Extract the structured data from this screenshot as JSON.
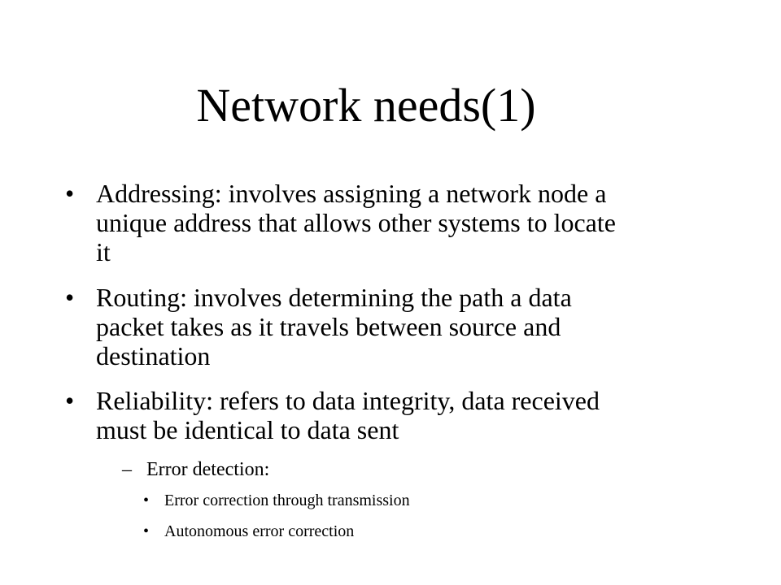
{
  "slide": {
    "title": "Network needs(1)",
    "bullets": [
      {
        "marker": "•",
        "lines": [
          "Addressing: involves assigning a network node a",
          "unique address that allows other systems to locate",
          "it"
        ]
      },
      {
        "marker": "•",
        "lines": [
          "Routing: involves determining the path a data",
          "packet takes as it travels between source and",
          "destination"
        ]
      },
      {
        "marker": "•",
        "lines": [
          "Reliability: refers to data integrity, data received",
          "must be identical to data sent"
        ]
      }
    ],
    "sub_bullet": {
      "marker": "–",
      "text": "Error detection:"
    },
    "sub_sub_bullets": [
      {
        "marker": "•",
        "text": "Error correction through transmission"
      },
      {
        "marker": "•",
        "text": "Autonomous error correction"
      }
    ]
  }
}
